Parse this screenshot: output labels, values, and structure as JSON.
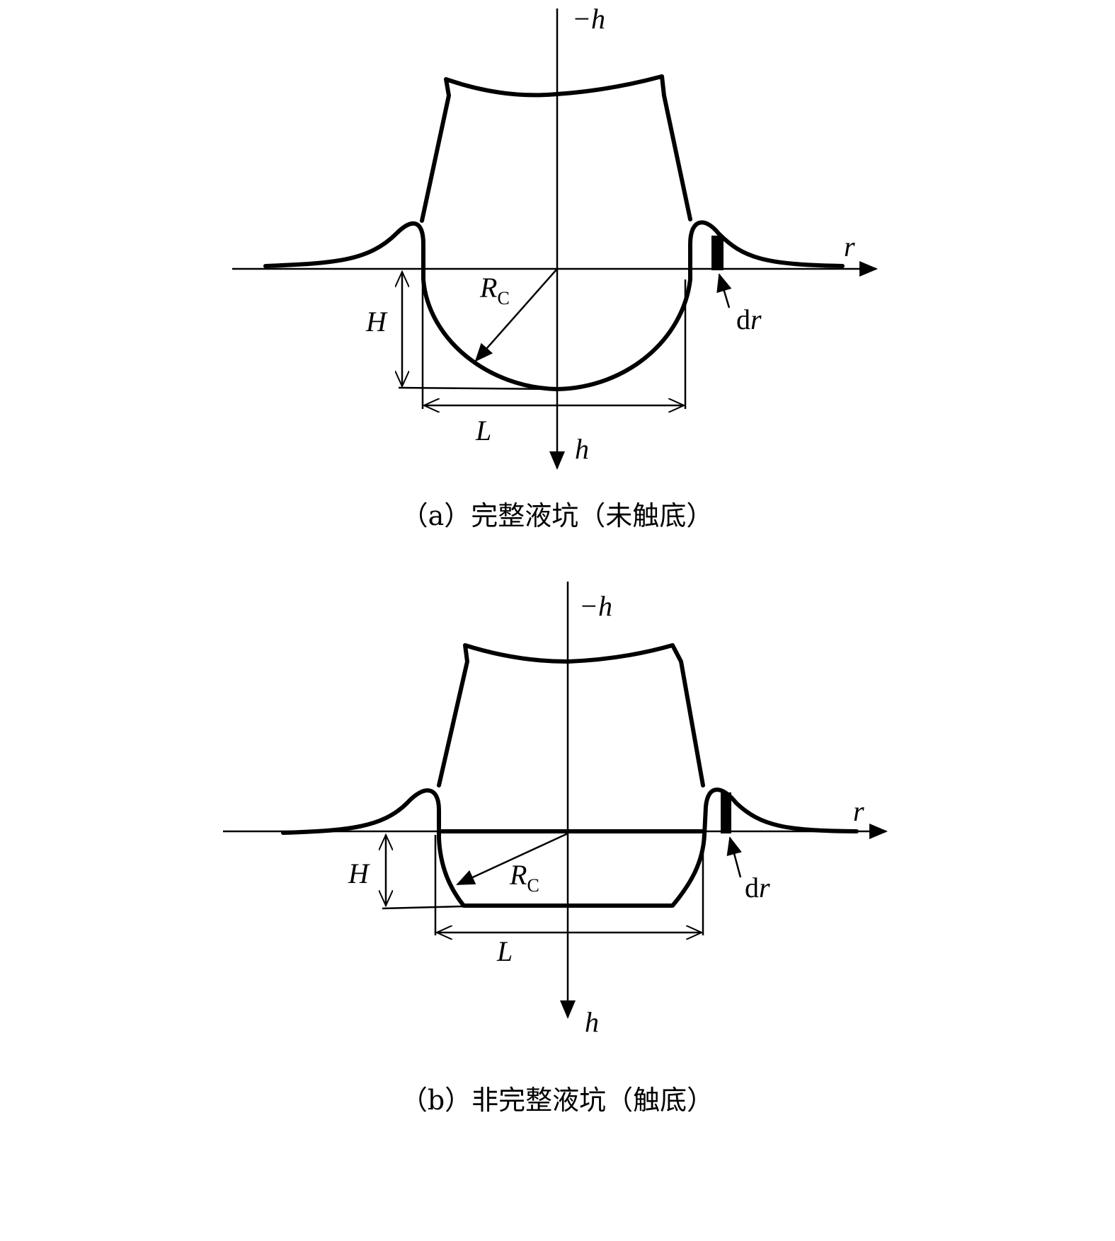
{
  "panel_a": {
    "caption": "（a）完整液坑（未触底）",
    "axis_up": "−h",
    "axis_down": "h",
    "axis_r": "r",
    "label_H": "H",
    "label_L": "L",
    "label_R": "R",
    "label_R_sub": "C",
    "label_d": "d",
    "label_dr_r": "r"
  },
  "panel_b": {
    "caption": "（b）非完整液坑（触底）",
    "axis_up": "−h",
    "axis_down": "h",
    "axis_r": "r",
    "label_H": "H",
    "label_L": "L",
    "label_R": "R",
    "label_R_sub": "C",
    "label_d": "d",
    "label_dr_r": "r"
  }
}
